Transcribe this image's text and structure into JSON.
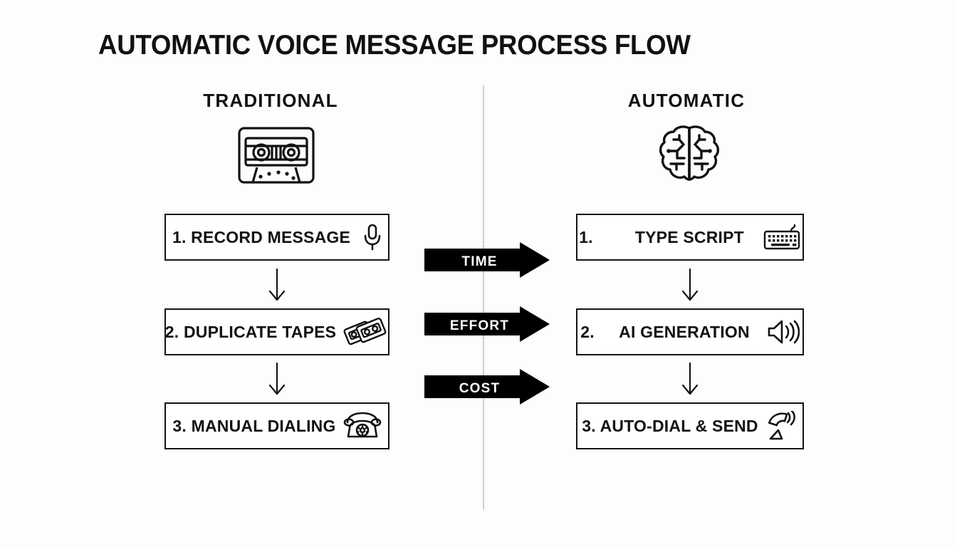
{
  "page": {
    "title": "AUTOMATIC VOICE MESSAGE PROCESS FLOW",
    "background_color": "#fdfdfd",
    "ink_color": "#111111",
    "divider_color": "#cfcfcf"
  },
  "columns": {
    "left": {
      "heading": "TRADITIONAL",
      "header_icon": "cassette-tape-icon",
      "steps": [
        {
          "number": "1.",
          "label": "RECORD MESSAGE",
          "icon": "microphone-icon"
        },
        {
          "number": "2.",
          "label": "DUPLICATE TAPES",
          "icon": "duplicate-cassettes-icon"
        },
        {
          "number": "3.",
          "label": "MANUAL DIALING",
          "icon": "rotary-telephone-icon"
        }
      ]
    },
    "right": {
      "heading": "AUTOMATIC",
      "header_icon": "brain-circuit-icon",
      "steps": [
        {
          "number": "1.",
          "label": "TYPE SCRIPT",
          "icon": "keyboard-icon"
        },
        {
          "number": "2.",
          "label": "AI GENERATION",
          "icon": "speaker-volume-icon"
        },
        {
          "number": "3.",
          "label": "AUTO-DIAL & SEND",
          "icon": "satellite-dish-icon"
        }
      ]
    }
  },
  "center_arrows": [
    {
      "label": "TIME",
      "color": "#000000",
      "text_color": "#ffffff"
    },
    {
      "label": "EFFORT",
      "color": "#000000",
      "text_color": "#ffffff"
    },
    {
      "label": "COST",
      "color": "#000000",
      "text_color": "#ffffff"
    }
  ],
  "connectors": {
    "symbol": "down-arrow-icon",
    "count": 4
  }
}
